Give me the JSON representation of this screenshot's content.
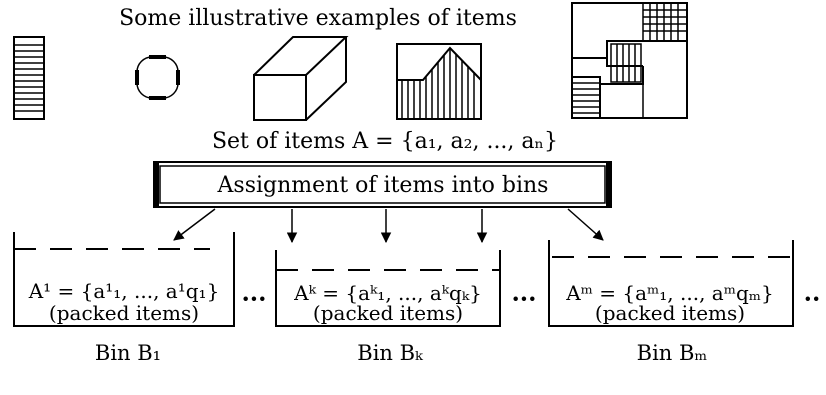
{
  "header": {
    "title": "Some illustrative examples of items"
  },
  "items_set": {
    "label": "Set of items A = {a₁, a₂, ..., aₙ}"
  },
  "assignment": {
    "label": "Assignment of items into bins"
  },
  "bins": [
    {
      "content": "A¹ = {a¹₁, ..., a¹q₁}",
      "note": "(packed items)",
      "caption": "Bin B₁"
    },
    {
      "content": "Aᵏ = {aᵏ₁, ..., aᵏqₖ}",
      "note": "(packed items)",
      "caption": "Bin Bₖ"
    },
    {
      "content": "Aᵐ = {aᵐ₁, ..., aᵐqₘ}",
      "note": "(packed items)",
      "caption": "Bin Bₘ"
    }
  ],
  "separators": [
    "···",
    "···",
    "··"
  ]
}
